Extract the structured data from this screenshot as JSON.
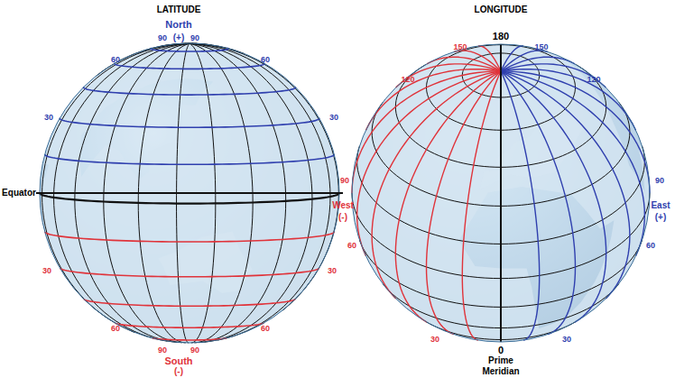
{
  "diagram": {
    "labels": [
      "LATITUDE",
      "North",
      "90",
      "(+)",
      "90",
      "60",
      "60",
      "30",
      "30",
      "Equator",
      "30",
      "30",
      "60",
      "60",
      "90",
      "90",
      "South",
      "(-)",
      "LONGITUDE",
      "180",
      "150",
      "150",
      "120",
      "120",
      "90",
      "West",
      "(-)",
      "60",
      "30",
      "90",
      "East",
      "(+)",
      "60",
      "30",
      "0",
      "Prime",
      "Meridian"
    ]
  }
}
